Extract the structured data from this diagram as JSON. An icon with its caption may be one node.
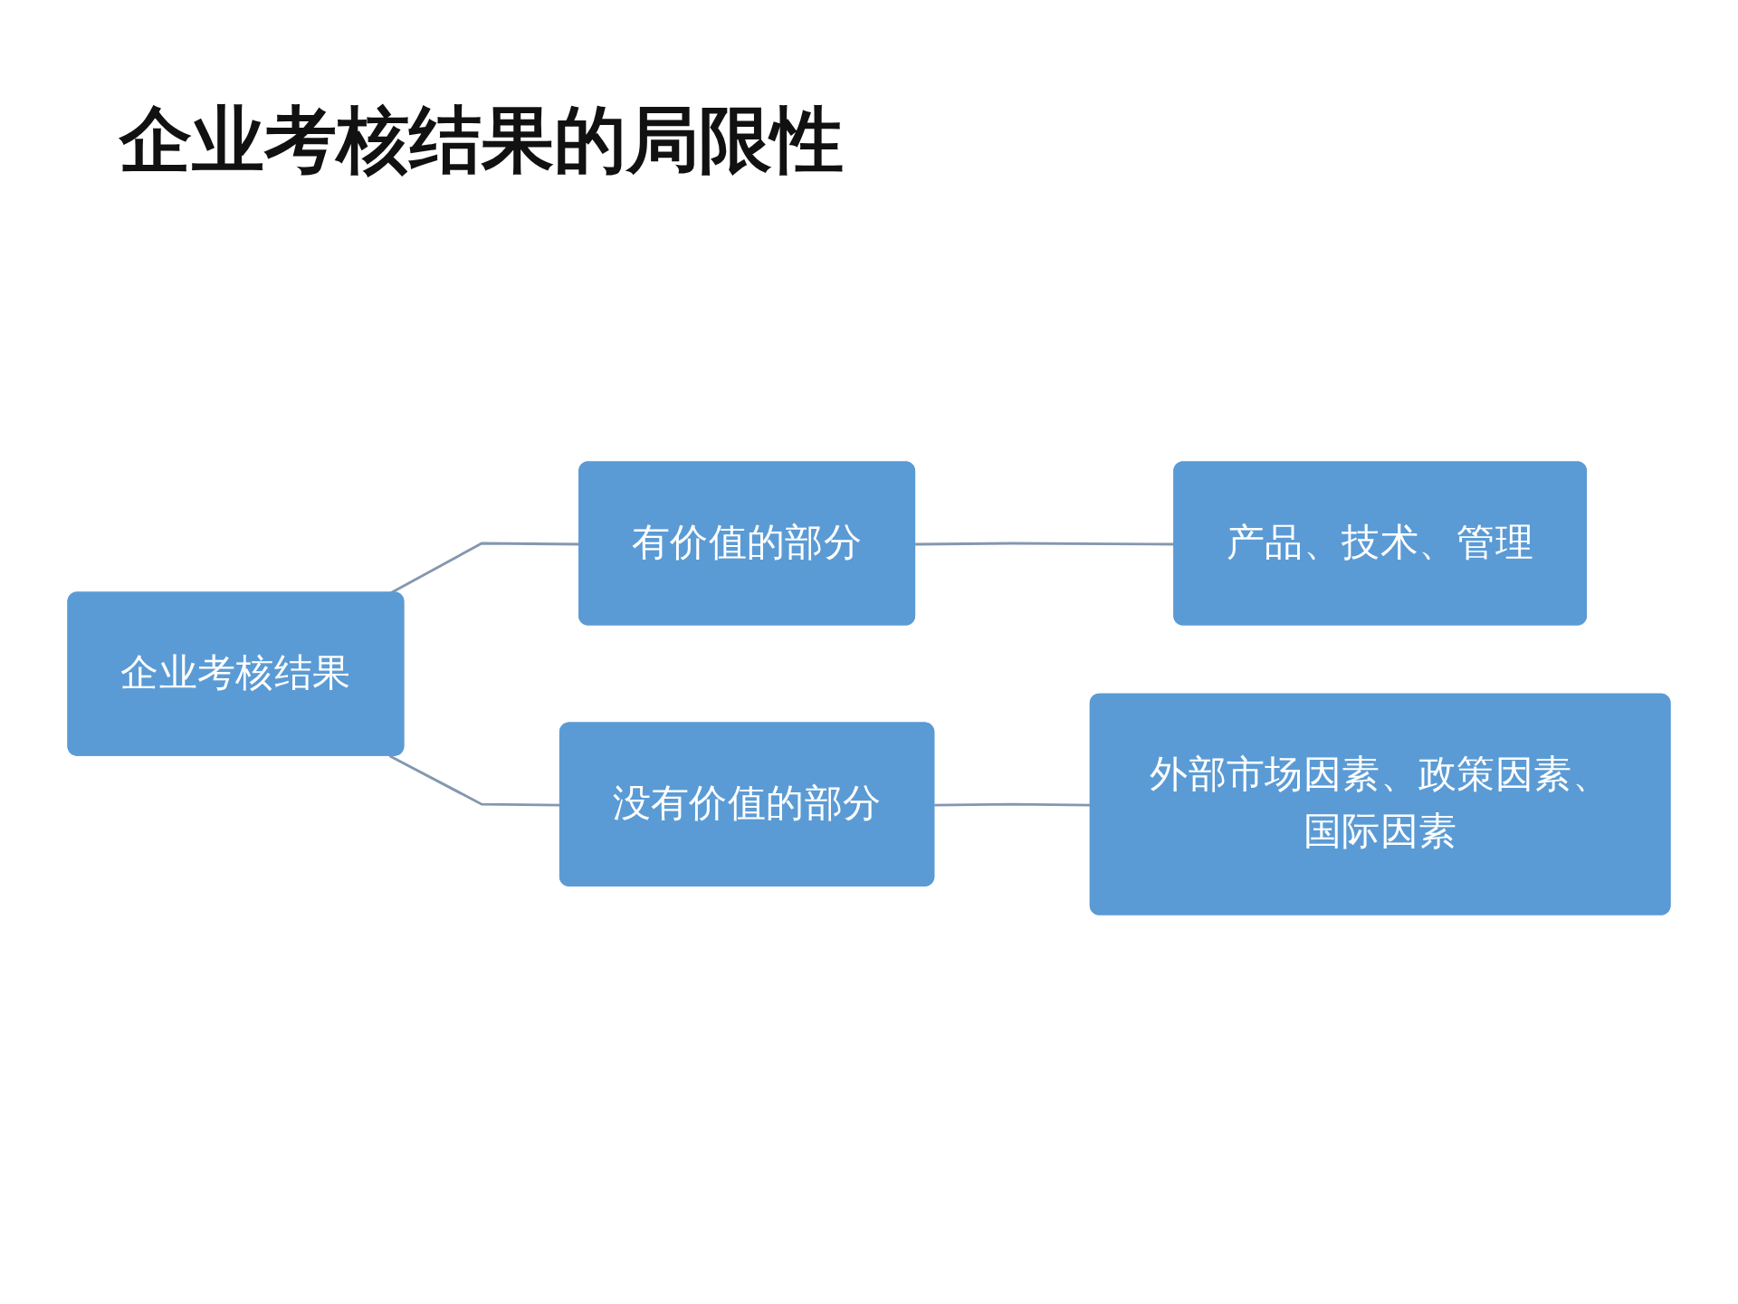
{
  "diagram": {
    "title": "企业考核结果的局限性",
    "nodes": [
      {
        "text": [
          "企业考核结果"
        ]
      },
      {
        "text": [
          "有价值的部分"
        ]
      },
      {
        "text": [
          "没有价值的部分"
        ]
      },
      {
        "text": [
          "产品、技术、管理"
        ]
      },
      {
        "text": [
          "外部市场因素、政策因素、国际因素"
        ]
      }
    ],
    "edges": [
      {
        "from": 0,
        "to": 1,
        "arrow": "none"
      },
      {
        "from": 0,
        "to": 2,
        "arrow": "none"
      },
      {
        "from": 1,
        "to": 3,
        "arrow": "none"
      },
      {
        "from": 2,
        "to": 4,
        "arrow": "none"
      }
    ]
  }
}
